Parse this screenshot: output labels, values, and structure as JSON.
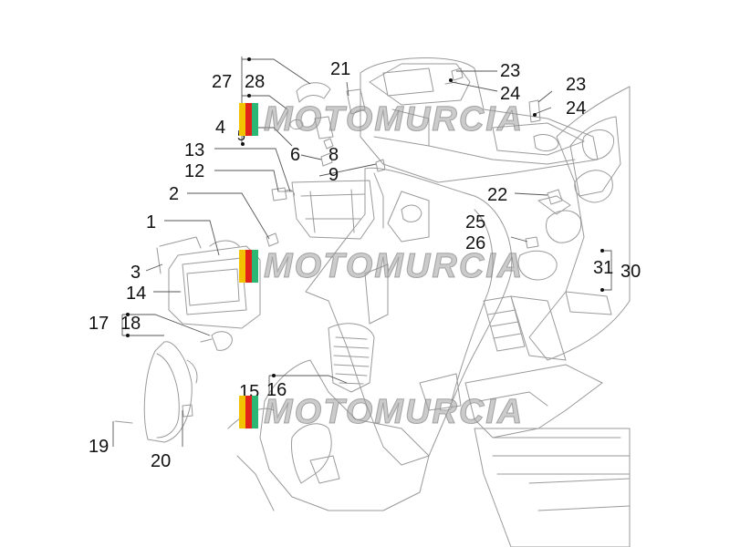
{
  "colors": {
    "line": "#9a9a9a",
    "leader": "#555555",
    "text": "#111111",
    "watermark_text": "#a0a0a0",
    "flag_yellow": "#f2c400",
    "flag_red": "#e2231a",
    "flag_green": "#2bb673"
  },
  "watermark": {
    "text": "MOTOMURCIA"
  },
  "callouts": [
    {
      "id": "c27",
      "label": "27"
    },
    {
      "id": "c28",
      "label": "28"
    },
    {
      "id": "c21",
      "label": "21"
    },
    {
      "id": "c23a",
      "label": "23"
    },
    {
      "id": "c24a",
      "label": "24"
    },
    {
      "id": "c23b",
      "label": "23"
    },
    {
      "id": "c24b",
      "label": "24"
    },
    {
      "id": "c4",
      "label": "4"
    },
    {
      "id": "c5",
      "label": "5"
    },
    {
      "id": "c13",
      "label": "13"
    },
    {
      "id": "c6",
      "label": "6"
    },
    {
      "id": "c8",
      "label": "8"
    },
    {
      "id": "c9",
      "label": "9"
    },
    {
      "id": "c12",
      "label": "12"
    },
    {
      "id": "c2",
      "label": "2"
    },
    {
      "id": "c22",
      "label": "22"
    },
    {
      "id": "c1",
      "label": "1"
    },
    {
      "id": "c25",
      "label": "25"
    },
    {
      "id": "c26",
      "label": "26"
    },
    {
      "id": "c3",
      "label": "3"
    },
    {
      "id": "c31",
      "label": "31"
    },
    {
      "id": "c30",
      "label": "30"
    },
    {
      "id": "c14",
      "label": "14"
    },
    {
      "id": "c17",
      "label": "17"
    },
    {
      "id": "c18",
      "label": "18"
    },
    {
      "id": "c15",
      "label": "15"
    },
    {
      "id": "c16",
      "label": "16"
    },
    {
      "id": "c19",
      "label": "19"
    },
    {
      "id": "c20",
      "label": "20"
    }
  ]
}
